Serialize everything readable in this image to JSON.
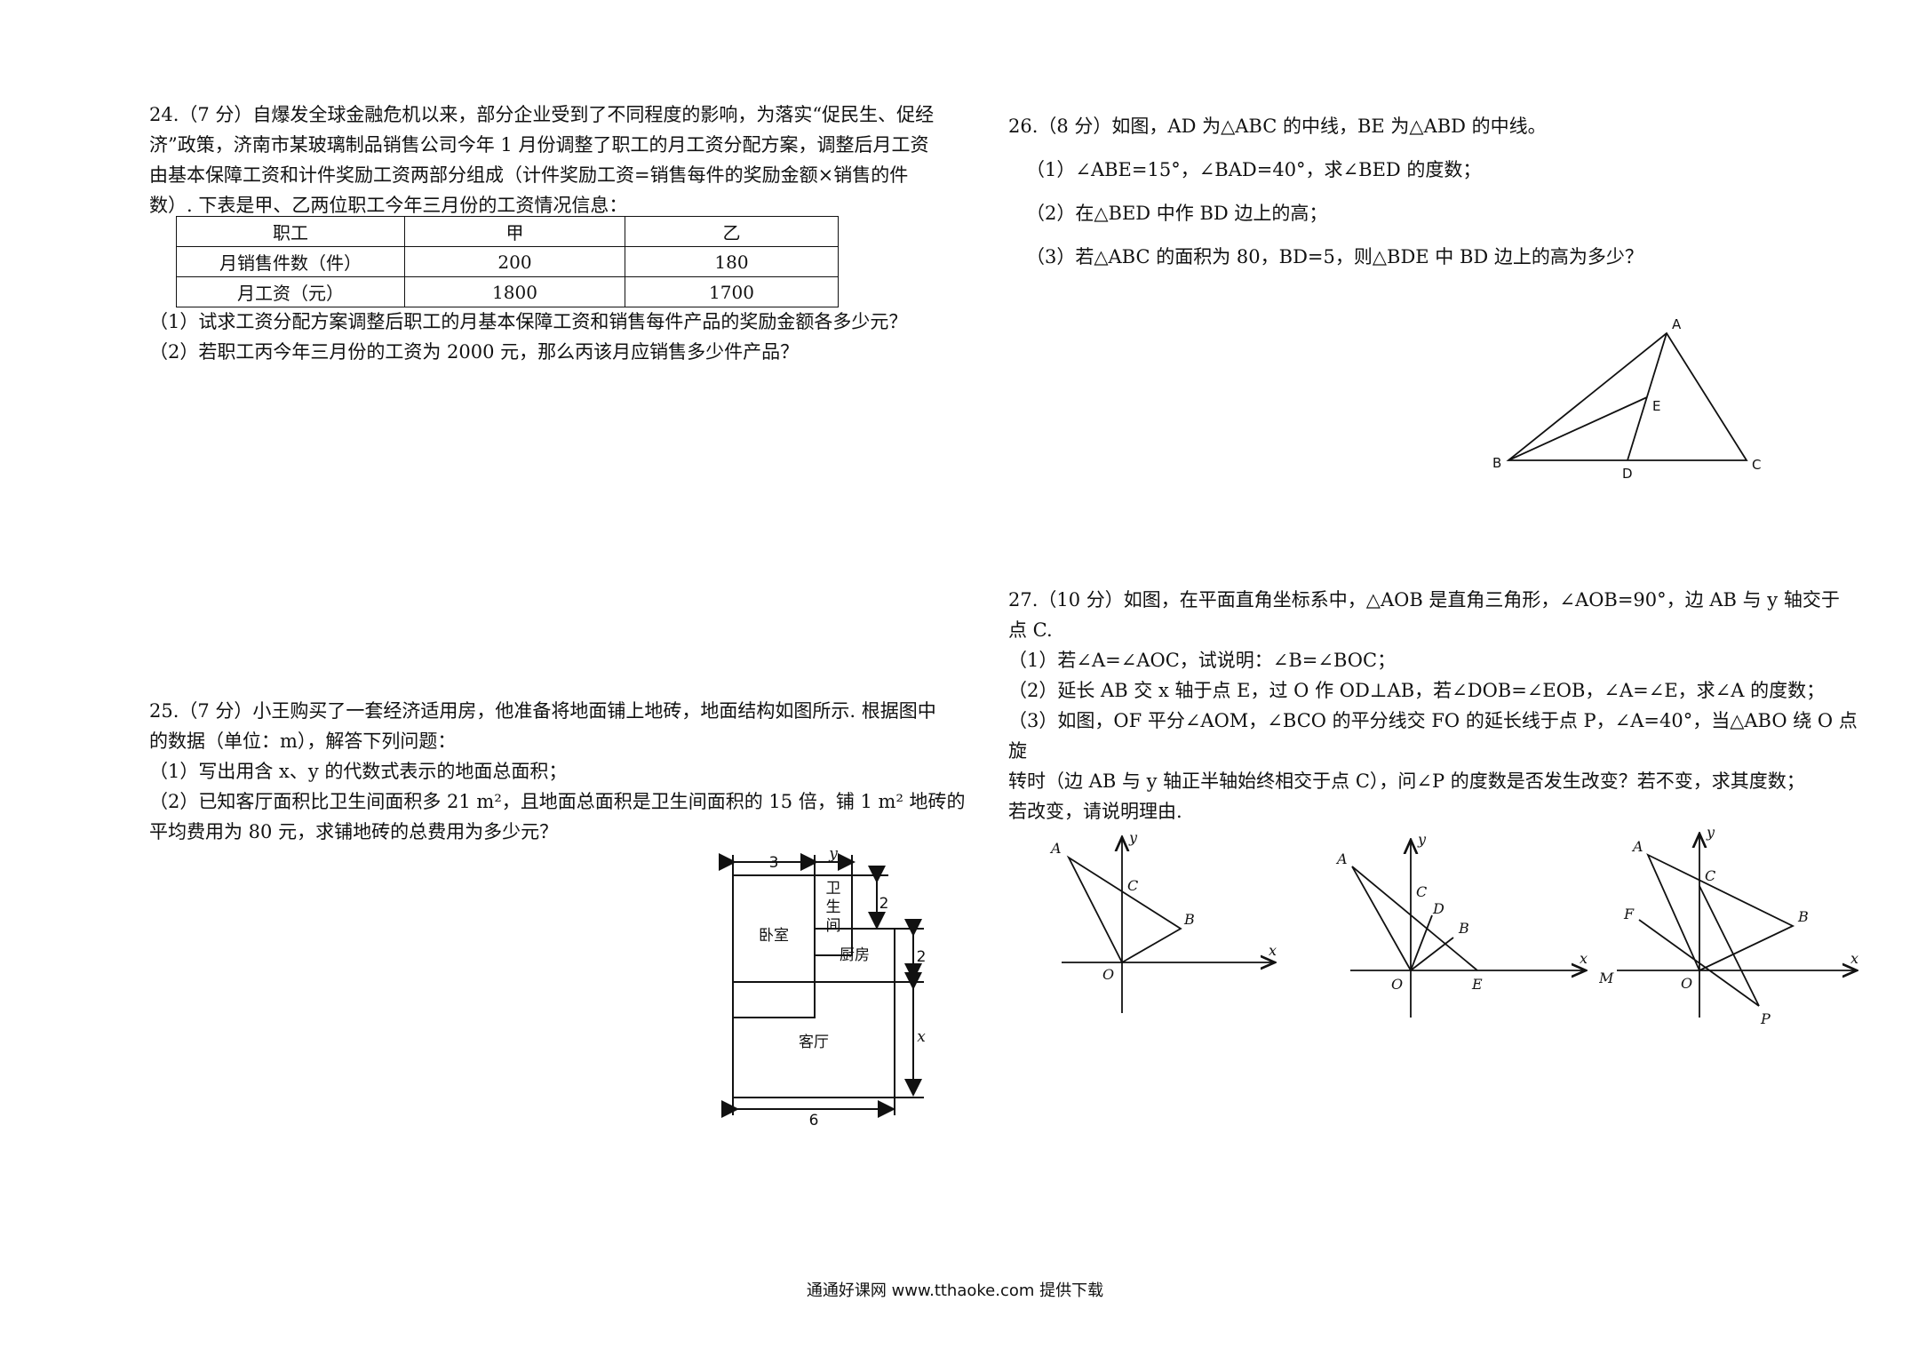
{
  "q24": {
    "lines": [
      "24.（7 分）自爆发全球金融危机以来，部分企业受到了不同程度的影响，为落实“促民生、促经",
      "济”政策，济南市某玻璃制品销售公司今年 1 月份调整了职工的月工资分配方案，调整后月工资",
      "由基本保障工资和计件奖励工资两部分组成（计件奖励工资=销售每件的奖励金额×销售的件",
      "数）. 下表是甲、乙两位职工今年三月份的工资情况信息："
    ],
    "table": {
      "headers": [
        "职工",
        "甲",
        "乙"
      ],
      "rows": [
        [
          "月销售件数（件）",
          "200",
          "180"
        ],
        [
          "月工资（元）",
          "1800",
          "1700"
        ]
      ]
    },
    "sub1": "（1）试求工资分配方案调整后职工的月基本保障工资和销售每件产品的奖励金额各多少元？",
    "sub2": "（2）若职工丙今年三月份的工资为 2000 元，那么丙该月应销售多少件产品？"
  },
  "q25": {
    "lines": [
      "25.（7 分）小王购买了一套经济适用房，他准备将地面铺上地砖，地面结构如图所示. 根据图中",
      "的数据（单位：m），解答下列问题："
    ],
    "sub1": "（1）写出用含 x、y 的代数式表示的地面总面积；",
    "sub2a": "（2）已知客厅面积比卫生间面积多 21 m²，且地面总面积是卫生间面积的 15 倍，铺 1 m² 地砖的",
    "sub2b": "平均费用为 80 元，求铺地砖的总费用为多少元？",
    "figure": {
      "dim_3": "3",
      "dim_y": "y",
      "dim_2a": "2",
      "dim_2b": "2",
      "dim_x": "x",
      "dim_6": "6",
      "room_bath_1": "卫",
      "room_bath_2": "生",
      "room_bath_3": "间",
      "room_bedroom": "卧室",
      "room_kitchen": "厨房",
      "room_living": "客厅"
    }
  },
  "q26": {
    "title": "26.（8 分）如图，AD 为△ABC 的中线，BE 为△ABD 的中线。",
    "sub1": "（1）∠ABE=15°，∠BAD=40°，求∠BED 的度数；",
    "sub2": "（2）在△BED 中作 BD 边上的高；",
    "sub3": "（3）若△ABC 的面积为 80，BD=5，则△BDE 中 BD 边上的高为多少？",
    "figure": {
      "A": "A",
      "B": "B",
      "C": "C",
      "D": "D",
      "E": "E"
    }
  },
  "q27": {
    "line1": "27.（10 分）如图，在平面直角坐标系中，△AOB 是直角三角形，∠AOB=90°，边 AB 与 y 轴交于",
    "line2": "点 C.",
    "sub1": "（1）若∠A=∠AOC，试说明：∠B=∠BOC；",
    "sub2": "（2）延长 AB 交 x 轴于点 E，过 O 作 OD⊥AB，若∠DOB=∠EOB，∠A=∠E，求∠A 的度数；",
    "sub3a": "（3）如图，OF 平分∠AOM，∠BCO 的平分线交 FO 的延长线于点 P，∠A=40°，当△ABO 绕 O 点旋",
    "sub3b": "转时（边 AB 与 y 轴正半轴始终相交于点 C），问∠P 的度数是否发生改变？若不变，求其度数；",
    "sub3c": "若改变，请说明理由.",
    "fig1": {
      "A": "A",
      "B": "B",
      "C": "C",
      "O": "O",
      "x": "x",
      "y": "y"
    },
    "fig2": {
      "A": "A",
      "B": "B",
      "C": "C",
      "D": "D",
      "E": "E",
      "O": "O",
      "x": "x",
      "y": "y"
    },
    "fig3": {
      "A": "A",
      "B": "B",
      "C": "C",
      "F": "F",
      "M": "M",
      "O": "O",
      "P": "P",
      "x": "x",
      "y": "y"
    }
  },
  "footer": "通通好课网  www.tthaoke.com  提供下载"
}
